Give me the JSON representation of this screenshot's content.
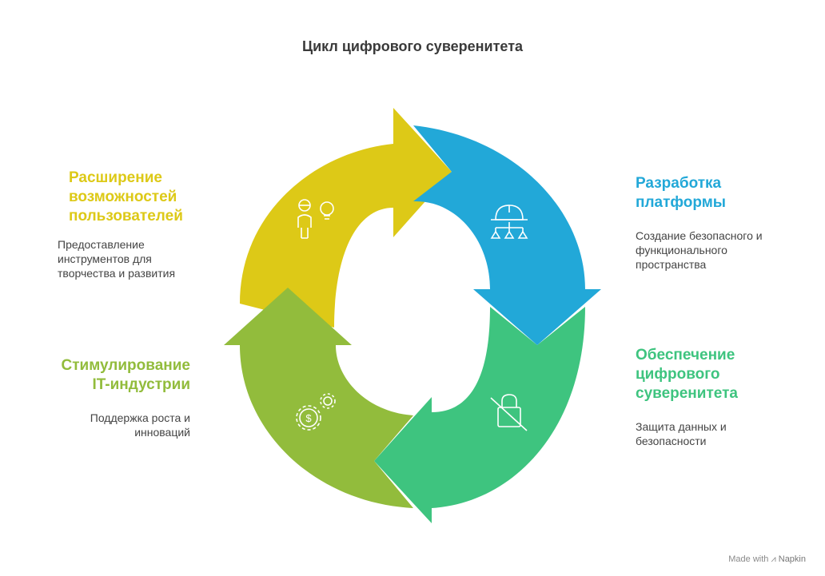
{
  "title": "Цикл цифрового суверенитета",
  "segments": [
    {
      "heading": "Разработка платформы",
      "heading_lines": [
        "Разработка",
        "платформы"
      ],
      "desc_lines": [
        "Создание безопасного и",
        "функционального",
        "пространства"
      ],
      "color": "#22a8d8",
      "icon": "helmet-network-icon"
    },
    {
      "heading": "Обеспечение цифрового суверенитета",
      "heading_lines": [
        "Обеспечение",
        "цифрового",
        "суверенитета"
      ],
      "desc_lines": [
        "Защита данных и",
        "безопасности"
      ],
      "color": "#3ec47f",
      "icon": "unlocked-slash-icon"
    },
    {
      "heading": "Стимулирование IT-индустрии",
      "heading_lines": [
        "Стимулирование",
        "IT-индустрии"
      ],
      "desc_lines": [
        "Поддержка роста и",
        "инноваций"
      ],
      "color": "#92bc3c",
      "icon": "gears-dollar-icon"
    },
    {
      "heading": "Расширение возможностей пользователей",
      "heading_lines": [
        "Расширение",
        "возможностей",
        "пользователей"
      ],
      "desc_lines": [
        "Предоставление",
        "инструментов для",
        "творчества и развития"
      ],
      "color": "#ddc917",
      "icon": "person-idea-icon"
    }
  ],
  "footer": {
    "made_with": "Made with",
    "brand": "Napkin"
  }
}
